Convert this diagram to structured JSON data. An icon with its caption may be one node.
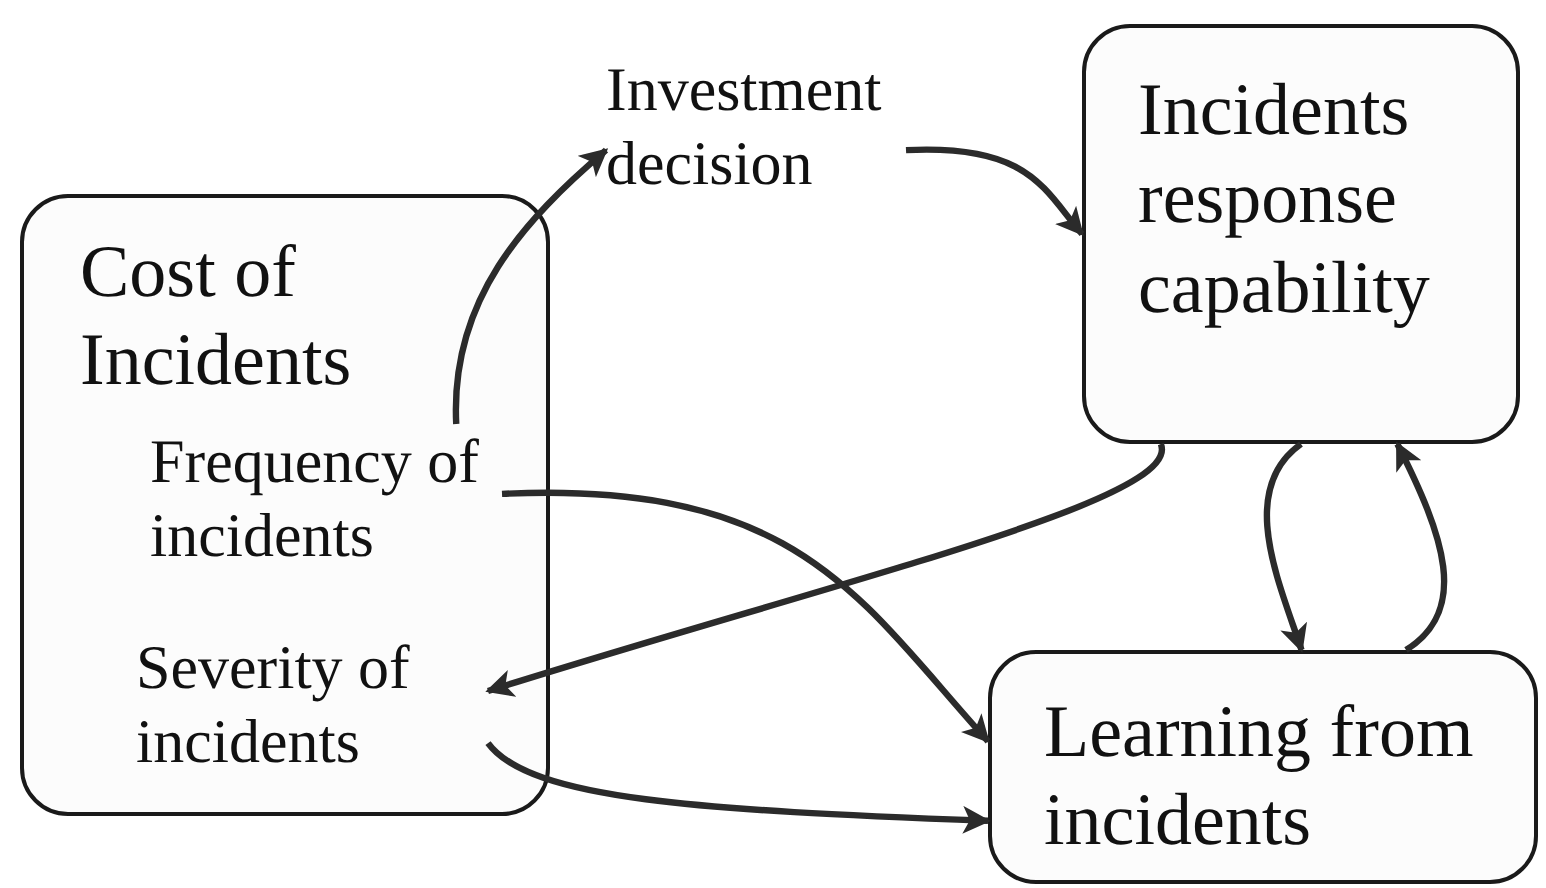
{
  "diagram": {
    "nodes": [
      {
        "text": [
          "Cost of Incidents"
        ]
      },
      {
        "text": [
          "Frequency of incidents"
        ],
        "in": 0
      },
      {
        "text": [
          "Severity of incidents"
        ],
        "in": 0
      },
      {
        "text": [
          "Investment decision"
        ]
      },
      {
        "text": [
          "Incidents response capability"
        ]
      },
      {
        "text": [
          "Learning from incidents"
        ]
      }
    ],
    "edges": [
      {
        "from": 1,
        "to": 3,
        "arrow": "to"
      },
      {
        "from": 3,
        "to": 4,
        "arrow": "to"
      },
      {
        "from": 4,
        "to": 2,
        "arrow": "to"
      },
      {
        "from": 1,
        "to": 5,
        "arrow": "to"
      },
      {
        "from": 2,
        "to": 5,
        "arrow": "to"
      },
      {
        "from": 4,
        "to": 5,
        "arrow": "to"
      },
      {
        "from": 5,
        "to": 4,
        "arrow": "to"
      }
    ]
  }
}
